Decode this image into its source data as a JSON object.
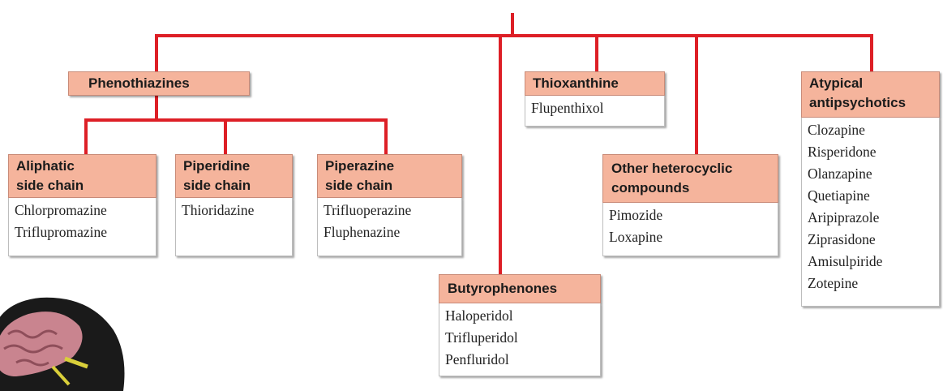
{
  "categories": [
    {
      "id": "phenothiazines",
      "title": "Phenothiazines",
      "items": []
    },
    {
      "id": "aliphatic",
      "title": "Aliphatic\nside chain",
      "items": [
        "Chlorpromazine",
        "Triflupromazine"
      ]
    },
    {
      "id": "piperidine",
      "title": "Piperidine\nside chain",
      "items": [
        "Thioridazine"
      ]
    },
    {
      "id": "piperazine",
      "title": "Piperazine\nside chain",
      "items": [
        "Trifluoperazine",
        "Fluphenazine"
      ]
    },
    {
      "id": "butyrophenones",
      "title": "Butyrophenones",
      "items": [
        "Haloperidol",
        "Trifluperidol",
        "Penfluridol"
      ]
    },
    {
      "id": "thioxanthine",
      "title": "Thioxanthine",
      "items": [
        "Flupenthixol"
      ]
    },
    {
      "id": "other-heterocyclic",
      "title": "Other heterocyclic\ncompounds",
      "items": [
        "Pimozide",
        "Loxapine"
      ]
    },
    {
      "id": "atypical",
      "title": "Atypical\nantipsychotics",
      "items": [
        "Clozapine",
        "Risperidone",
        "Olanzapine",
        "Quetiapine",
        "Aripiprazole",
        "Ziprasidone",
        "Amisulpiride",
        "Zotepine"
      ]
    }
  ],
  "colors": {
    "connector": "#dd1f26",
    "header_fill": "#f5b49c"
  },
  "icons": {
    "corner_image": "brain-head-icon"
  }
}
